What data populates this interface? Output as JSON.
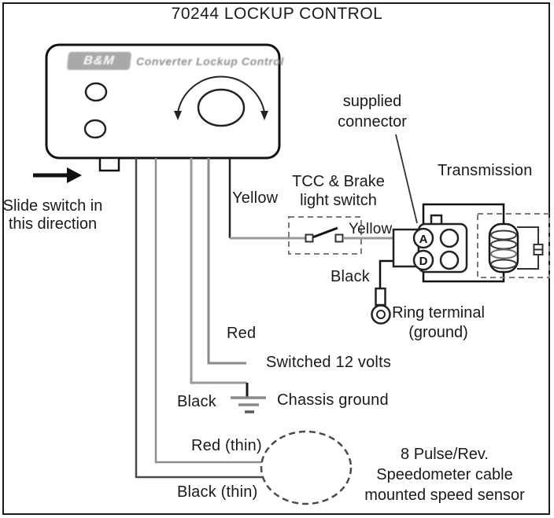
{
  "title": "70244 LOCKUP CONTROL",
  "unit": {
    "badge": "B&M",
    "brand": "Converter Lockup Control"
  },
  "notes": {
    "slide1": "Slide switch in",
    "slide2": "this direction",
    "supplied1": "supplied",
    "supplied2": "connector"
  },
  "labels": {
    "yellow": "Yellow",
    "tcc1": "TCC & Brake",
    "tcc2": "light switch",
    "transmission": "Transmission",
    "yellow2": "Yellow",
    "black_conn": "Black",
    "ring1": "Ring terminal",
    "ring2": "(ground)",
    "red": "Red",
    "switched": "Switched 12 volts",
    "black": "Black",
    "chassis": "Chassis ground",
    "red_thin": "Red (thin)",
    "black_thin": "Black (thin)",
    "sensor1": "8 Pulse/Rev.",
    "sensor2": "Speedometer cable",
    "sensor3": "mounted speed sensor"
  },
  "connector": {
    "pin_a": "A",
    "pin_d": "D"
  },
  "colors": {
    "ink": "#1a1a1a",
    "wire_gray": "#8f8f8f",
    "dash_gray": "#7a7a7a"
  }
}
